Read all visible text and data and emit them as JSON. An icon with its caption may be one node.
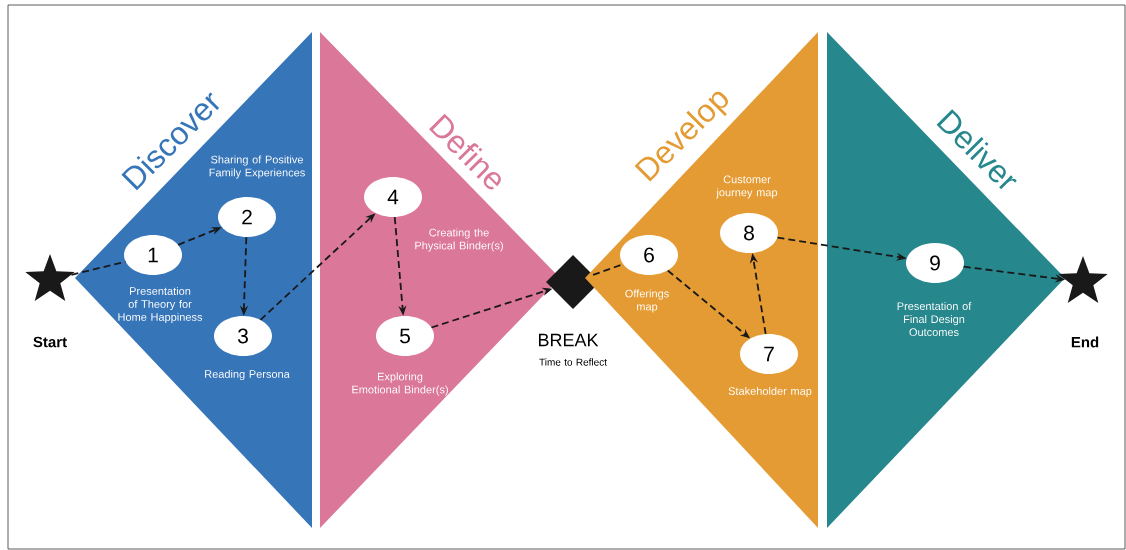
{
  "diagram": {
    "nodes": [
      {
        "text": [],
        "shape": "star",
        "beside": [
          "Start"
        ]
      },
      {
        "text": [
          "Discover"
        ]
      },
      {
        "text": [
          "1"
        ],
        "in": 1,
        "beside": [
          "Presentation of Theory for Home Happiness"
        ]
      },
      {
        "text": [
          "2"
        ],
        "in": 1,
        "beside": [
          "Sharing of Positive Family Experiences"
        ]
      },
      {
        "text": [
          "3"
        ],
        "in": 1,
        "beside": [
          "Reading Persona"
        ]
      },
      {
        "text": [
          "Define"
        ]
      },
      {
        "text": [
          "4"
        ],
        "in": 5,
        "beside": [
          "Creating the Physical Binder(s)"
        ]
      },
      {
        "text": [
          "5"
        ],
        "in": 5,
        "beside": [
          "Exploring Emotional Binder(s)"
        ]
      },
      {
        "text": [],
        "shape": "diamond",
        "beside": [
          "BREAK",
          "Time to Reflect"
        ]
      },
      {
        "text": [
          "Develop"
        ]
      },
      {
        "text": [
          "6"
        ],
        "in": 9,
        "beside": [
          "Offerings map"
        ]
      },
      {
        "text": [
          "8"
        ],
        "in": 9,
        "beside": [
          "Customer journey map"
        ]
      },
      {
        "text": [
          "7"
        ],
        "in": 9,
        "beside": [
          "Stakeholder map"
        ]
      },
      {
        "text": [
          "Deliver"
        ]
      },
      {
        "text": [
          "9"
        ],
        "in": 13,
        "beside": [
          "Presentation of Final Design Outcomes"
        ]
      },
      {
        "text": [],
        "shape": "star",
        "beside": [
          "End"
        ]
      }
    ],
    "edges": [
      {
        "from": 0,
        "to": 2,
        "arrow": "none",
        "style": "dashed"
      },
      {
        "from": 2,
        "to": 3,
        "arrow": "to",
        "style": "dashed"
      },
      {
        "from": 3,
        "to": 4,
        "arrow": "to",
        "style": "dashed"
      },
      {
        "from": 4,
        "to": 6,
        "arrow": "to",
        "style": "dashed"
      },
      {
        "from": 6,
        "to": 7,
        "arrow": "to",
        "style": "dashed"
      },
      {
        "from": 7,
        "to": 8,
        "arrow": "to",
        "style": "dashed"
      },
      {
        "from": 8,
        "to": 10,
        "arrow": "none",
        "style": "dashed"
      },
      {
        "from": 10,
        "to": 12,
        "arrow": "to",
        "style": "dashed"
      },
      {
        "from": 12,
        "to": 11,
        "arrow": "to",
        "style": "dashed"
      },
      {
        "from": 11,
        "to": 14,
        "arrow": "to",
        "style": "dashed"
      },
      {
        "from": 14,
        "to": 15,
        "arrow": "to",
        "style": "dashed"
      }
    ]
  }
}
